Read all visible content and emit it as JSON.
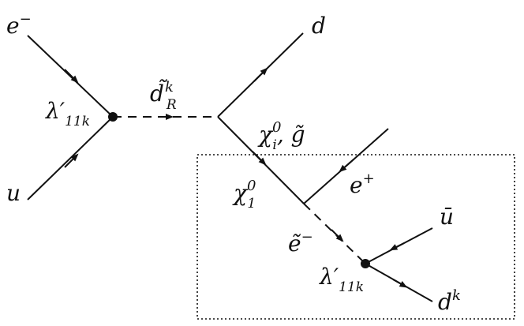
{
  "diagram": {
    "type": "feynman-diagram",
    "line_color": "#111111",
    "labels": {
      "e_minus_in": {
        "base": "e",
        "sup": "−"
      },
      "u_in": {
        "base": "u"
      },
      "vertex_coupling_left": {
        "base": "λ′",
        "sub": "11k"
      },
      "squark_propagator": {
        "base": "d̃",
        "sup": "k",
        "sub": "R"
      },
      "d_out": {
        "base": "d"
      },
      "neutralino_gluino": {
        "base": "χ",
        "sup": "0",
        "sub": "i",
        "tail": ", g̃"
      },
      "neutralino_lightest": {
        "base": "χ",
        "sup": "0",
        "sub": "1"
      },
      "e_plus_out": {
        "base": "e",
        "sup": "+"
      },
      "selectron": {
        "base": "ẽ",
        "sup": "−"
      },
      "u_bar_out": {
        "base": "ū"
      },
      "vertex_coupling_right": {
        "base": "λ′",
        "sub": "11k"
      },
      "dk_out": {
        "base": "d",
        "sup": "k"
      }
    }
  }
}
